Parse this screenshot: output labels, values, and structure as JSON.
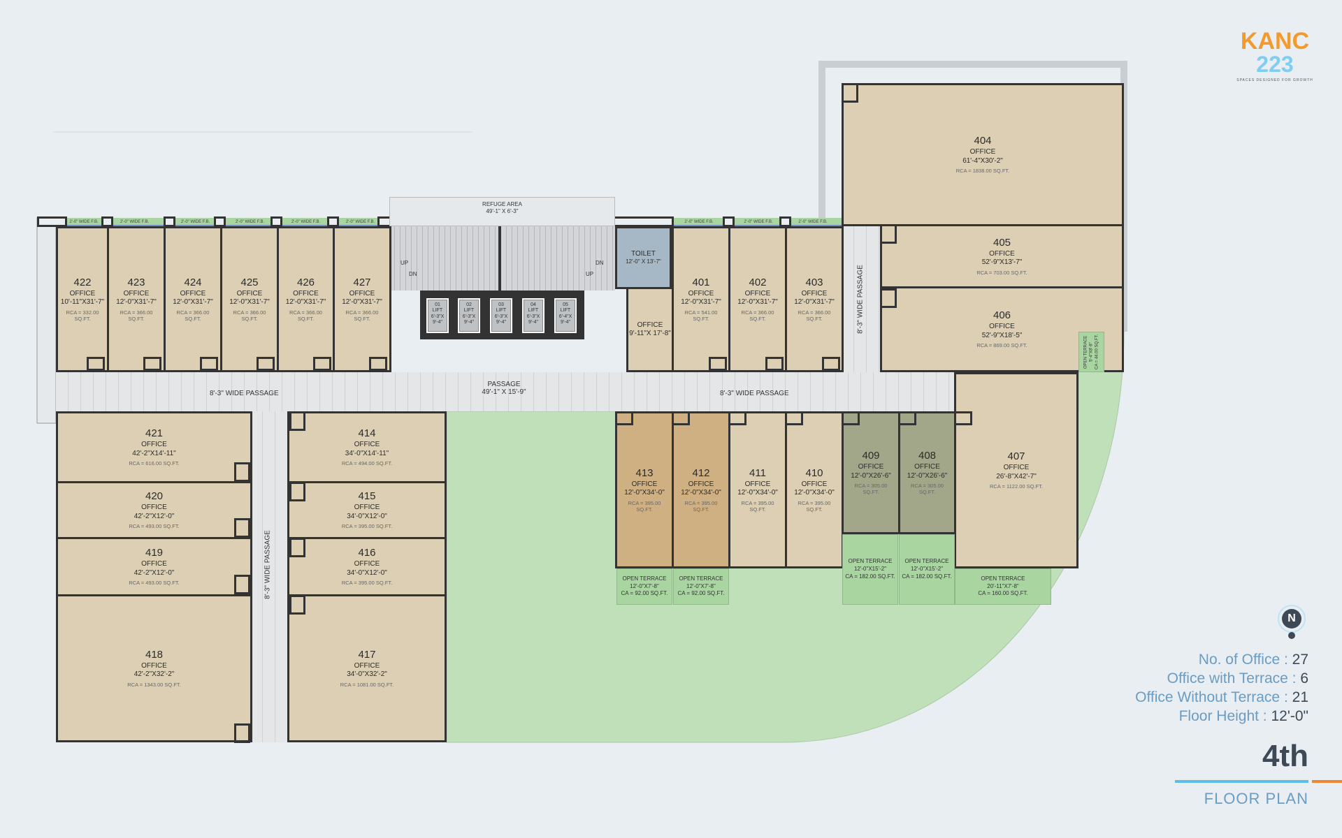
{
  "logo": {
    "name": "KANC",
    "number": "223",
    "tagline": "SPACES DESIGNED FOR GROWTH"
  },
  "fb_label": "2'-0\" WIDE F.B.",
  "refuge": {
    "label": "REFUGE AREA",
    "size": "49'-1\" X 6'-3\""
  },
  "stairs": {
    "up": "UP",
    "dn": "DN"
  },
  "lifts": [
    {
      "no": "01",
      "label": "LIFT",
      "size": "6'-3\"X 9'-4\""
    },
    {
      "no": "02",
      "label": "LIFT",
      "size": "6'-3\"X 9'-4\""
    },
    {
      "no": "03",
      "label": "LIFT",
      "size": "6'-3\"X 9'-4\""
    },
    {
      "no": "04",
      "label": "LIFT",
      "size": "6'-3\"X 9'-4\""
    },
    {
      "no": "05",
      "label": "LIFT",
      "size": "6'-4\"X 9'-4\""
    }
  ],
  "toilet": {
    "label": "TOILET",
    "size": "12'-0\" X 13'-7\""
  },
  "small_office": {
    "label": "OFFICE",
    "size": "9'-11\"X 17'-8\""
  },
  "passages": {
    "main_label": "PASSAGE",
    "main_size": "49'-1\" X 15'-9\"",
    "wide": "8'-3\" WIDE PASSAGE"
  },
  "offices": {
    "422": {
      "no": "422",
      "type": "OFFICE",
      "size": "10'-11\"X31'-7\"",
      "rca": "RCA = 332.00 SQ.FT."
    },
    "423": {
      "no": "423",
      "type": "OFFICE",
      "size": "12'-0\"X31'-7\"",
      "rca": "RCA = 366.00 SQ.FT."
    },
    "424": {
      "no": "424",
      "type": "OFFICE",
      "size": "12'-0\"X31'-7\"",
      "rca": "RCA = 366.00 SQ.FT."
    },
    "425": {
      "no": "425",
      "type": "OFFICE",
      "size": "12'-0\"X31'-7\"",
      "rca": "RCA = 366.00 SQ.FT."
    },
    "426": {
      "no": "426",
      "type": "OFFICE",
      "size": "12'-0\"X31'-7\"",
      "rca": "RCA = 366.00 SQ.FT."
    },
    "427": {
      "no": "427",
      "type": "OFFICE",
      "size": "12'-0\"X31'-7\"",
      "rca": "RCA = 366.00 SQ.FT."
    },
    "401": {
      "no": "401",
      "type": "OFFICE",
      "size": "12'-0\"X31'-7\"",
      "rca": "RCA = 541.00 SQ.FT."
    },
    "402": {
      "no": "402",
      "type": "OFFICE",
      "size": "12'-0\"X31'-7\"",
      "rca": "RCA = 366.00 SQ.FT."
    },
    "403": {
      "no": "403",
      "type": "OFFICE",
      "size": "12'-0\"X31'-7\"",
      "rca": "RCA = 366.00 SQ.FT."
    },
    "404": {
      "no": "404",
      "type": "OFFICE",
      "size": "61'-4\"X30'-2\"",
      "rca": "RCA = 1838.00 SQ.FT."
    },
    "405": {
      "no": "405",
      "type": "OFFICE",
      "size": "52'-9\"X13'-7\"",
      "rca": "RCA = 703.00 SQ.FT."
    },
    "406": {
      "no": "406",
      "type": "OFFICE",
      "size": "52'-9\"X18'-5\"",
      "rca": "RCA = 869.00 SQ.FT."
    },
    "407": {
      "no": "407",
      "type": "OFFICE",
      "size": "26'-8\"X42'-7\"",
      "rca": "RCA = 1122.00 SQ.FT."
    },
    "408": {
      "no": "408",
      "type": "OFFICE",
      "size": "12'-0\"X26'-6\"",
      "rca": "RCA = 305.00 SQ.FT."
    },
    "409": {
      "no": "409",
      "type": "OFFICE",
      "size": "12'-0\"X26'-6\"",
      "rca": "RCA = 305.00 SQ.FT."
    },
    "410": {
      "no": "410",
      "type": "OFFICE",
      "size": "12'-0\"X34'-0\"",
      "rca": "RCA = 395.00 SQ.FT."
    },
    "411": {
      "no": "411",
      "type": "OFFICE",
      "size": "12'-0\"X34'-0\"",
      "rca": "RCA = 395.00 SQ.FT."
    },
    "412": {
      "no": "412",
      "type": "OFFICE",
      "size": "12'-0\"X34'-0\"",
      "rca": "RCA = 395.00 SQ.FT."
    },
    "413": {
      "no": "413",
      "type": "OFFICE",
      "size": "12'-0\"X34'-0\"",
      "rca": "RCA = 395.00 SQ.FT."
    },
    "414": {
      "no": "414",
      "type": "OFFICE",
      "size": "34'-0\"X14'-11\"",
      "rca": "RCA = 494.00 SQ.FT."
    },
    "415": {
      "no": "415",
      "type": "OFFICE",
      "size": "34'-0\"X12'-0\"",
      "rca": "RCA = 395.00 SQ.FT."
    },
    "416": {
      "no": "416",
      "type": "OFFICE",
      "size": "34'-0\"X12'-0\"",
      "rca": "RCA = 395.00 SQ.FT."
    },
    "417": {
      "no": "417",
      "type": "OFFICE",
      "size": "34'-0\"X32'-2\"",
      "rca": "RCA = 1081.00 SQ.FT."
    },
    "418": {
      "no": "418",
      "type": "OFFICE",
      "size": "42'-2\"X32'-2\"",
      "rca": "RCA = 1343.00 SQ.FT."
    },
    "419": {
      "no": "419",
      "type": "OFFICE",
      "size": "42'-2\"X12'-0\"",
      "rca": "RCA = 493.00 SQ.FT."
    },
    "420": {
      "no": "420",
      "type": "OFFICE",
      "size": "42'-2\"X12'-0\"",
      "rca": "RCA = 493.00 SQ.FT."
    },
    "421": {
      "no": "421",
      "type": "OFFICE",
      "size": "42'-2\"X14'-11\"",
      "rca": "RCA = 616.00 SQ.FT."
    }
  },
  "terraces": {
    "t406": {
      "label": "OPEN TERRACE",
      "size": "5'-4\"X8'-8\"",
      "ca": "CA = 44.00 SQ.FT."
    },
    "t413": {
      "label": "OPEN TERRACE",
      "size": "12'-0\"X7'-8\"",
      "ca": "CA = 92.00 SQ.FT."
    },
    "t412": {
      "label": "OPEN TERRACE",
      "size": "12'-0\"X7'-8\"",
      "ca": "CA = 92.00 SQ.FT."
    },
    "t409": {
      "label": "OPEN TERRACE",
      "size": "12'-0\"X15'-2\"",
      "ca": "CA = 182.00 SQ.FT."
    },
    "t408": {
      "label": "OPEN TERRACE",
      "size": "12'-0\"X15'-2\"",
      "ca": "CA = 182.00 SQ.FT."
    },
    "t407": {
      "label": "OPEN TERRACE",
      "size": "20'-11\"X7'-8\"",
      "ca": "CA = 160.00 SQ.FT."
    }
  },
  "compass": {
    "label": "N"
  },
  "stats": [
    {
      "label": "No. of Office :",
      "value": "27"
    },
    {
      "label": "Office with Terrace :",
      "value": "6"
    },
    {
      "label": "Office Without Terrace :",
      "value": "21"
    },
    {
      "label": "Floor Height :",
      "value": "12'-0\""
    }
  ],
  "floor": {
    "number": "4th",
    "title": "FLOOR PLAN"
  },
  "colors": {
    "office": "#ddcfb4",
    "terrace": "#a8d5a0",
    "accent_blue": "#5bbde8",
    "accent_orange": "#f0892e",
    "toilet": "#a6b8c6"
  }
}
